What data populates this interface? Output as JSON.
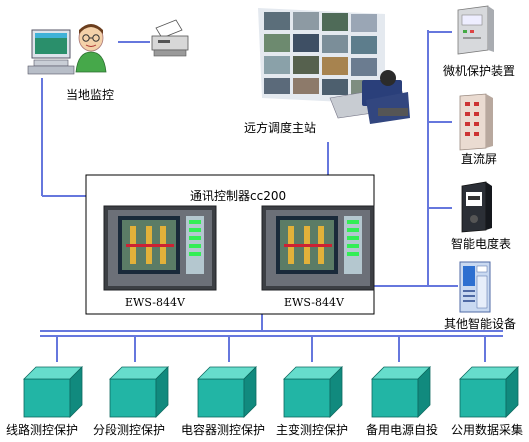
{
  "nodes": {
    "local_monitor": "当地监控",
    "remote_station": "远方调度主站",
    "micro_protection": "微机保护装置",
    "dc_screen": "直流屏",
    "smart_meter": "智能电度表",
    "other_devices": "其他智能设备",
    "comm_controller": "通讯控制器cc200",
    "ews_left": "EWS-844V",
    "ews_right": "EWS-844V"
  },
  "bottom_devices": [
    "线路测控保护",
    "分段测控保护",
    "电容器测控保护",
    "主变测控保护",
    "备用电源自投",
    "公用数据采集"
  ],
  "colors": {
    "bus": "#6677dd",
    "cube_top": "#66ddcc",
    "cube_front": "#22b5a5",
    "cube_side": "#118a7e"
  }
}
